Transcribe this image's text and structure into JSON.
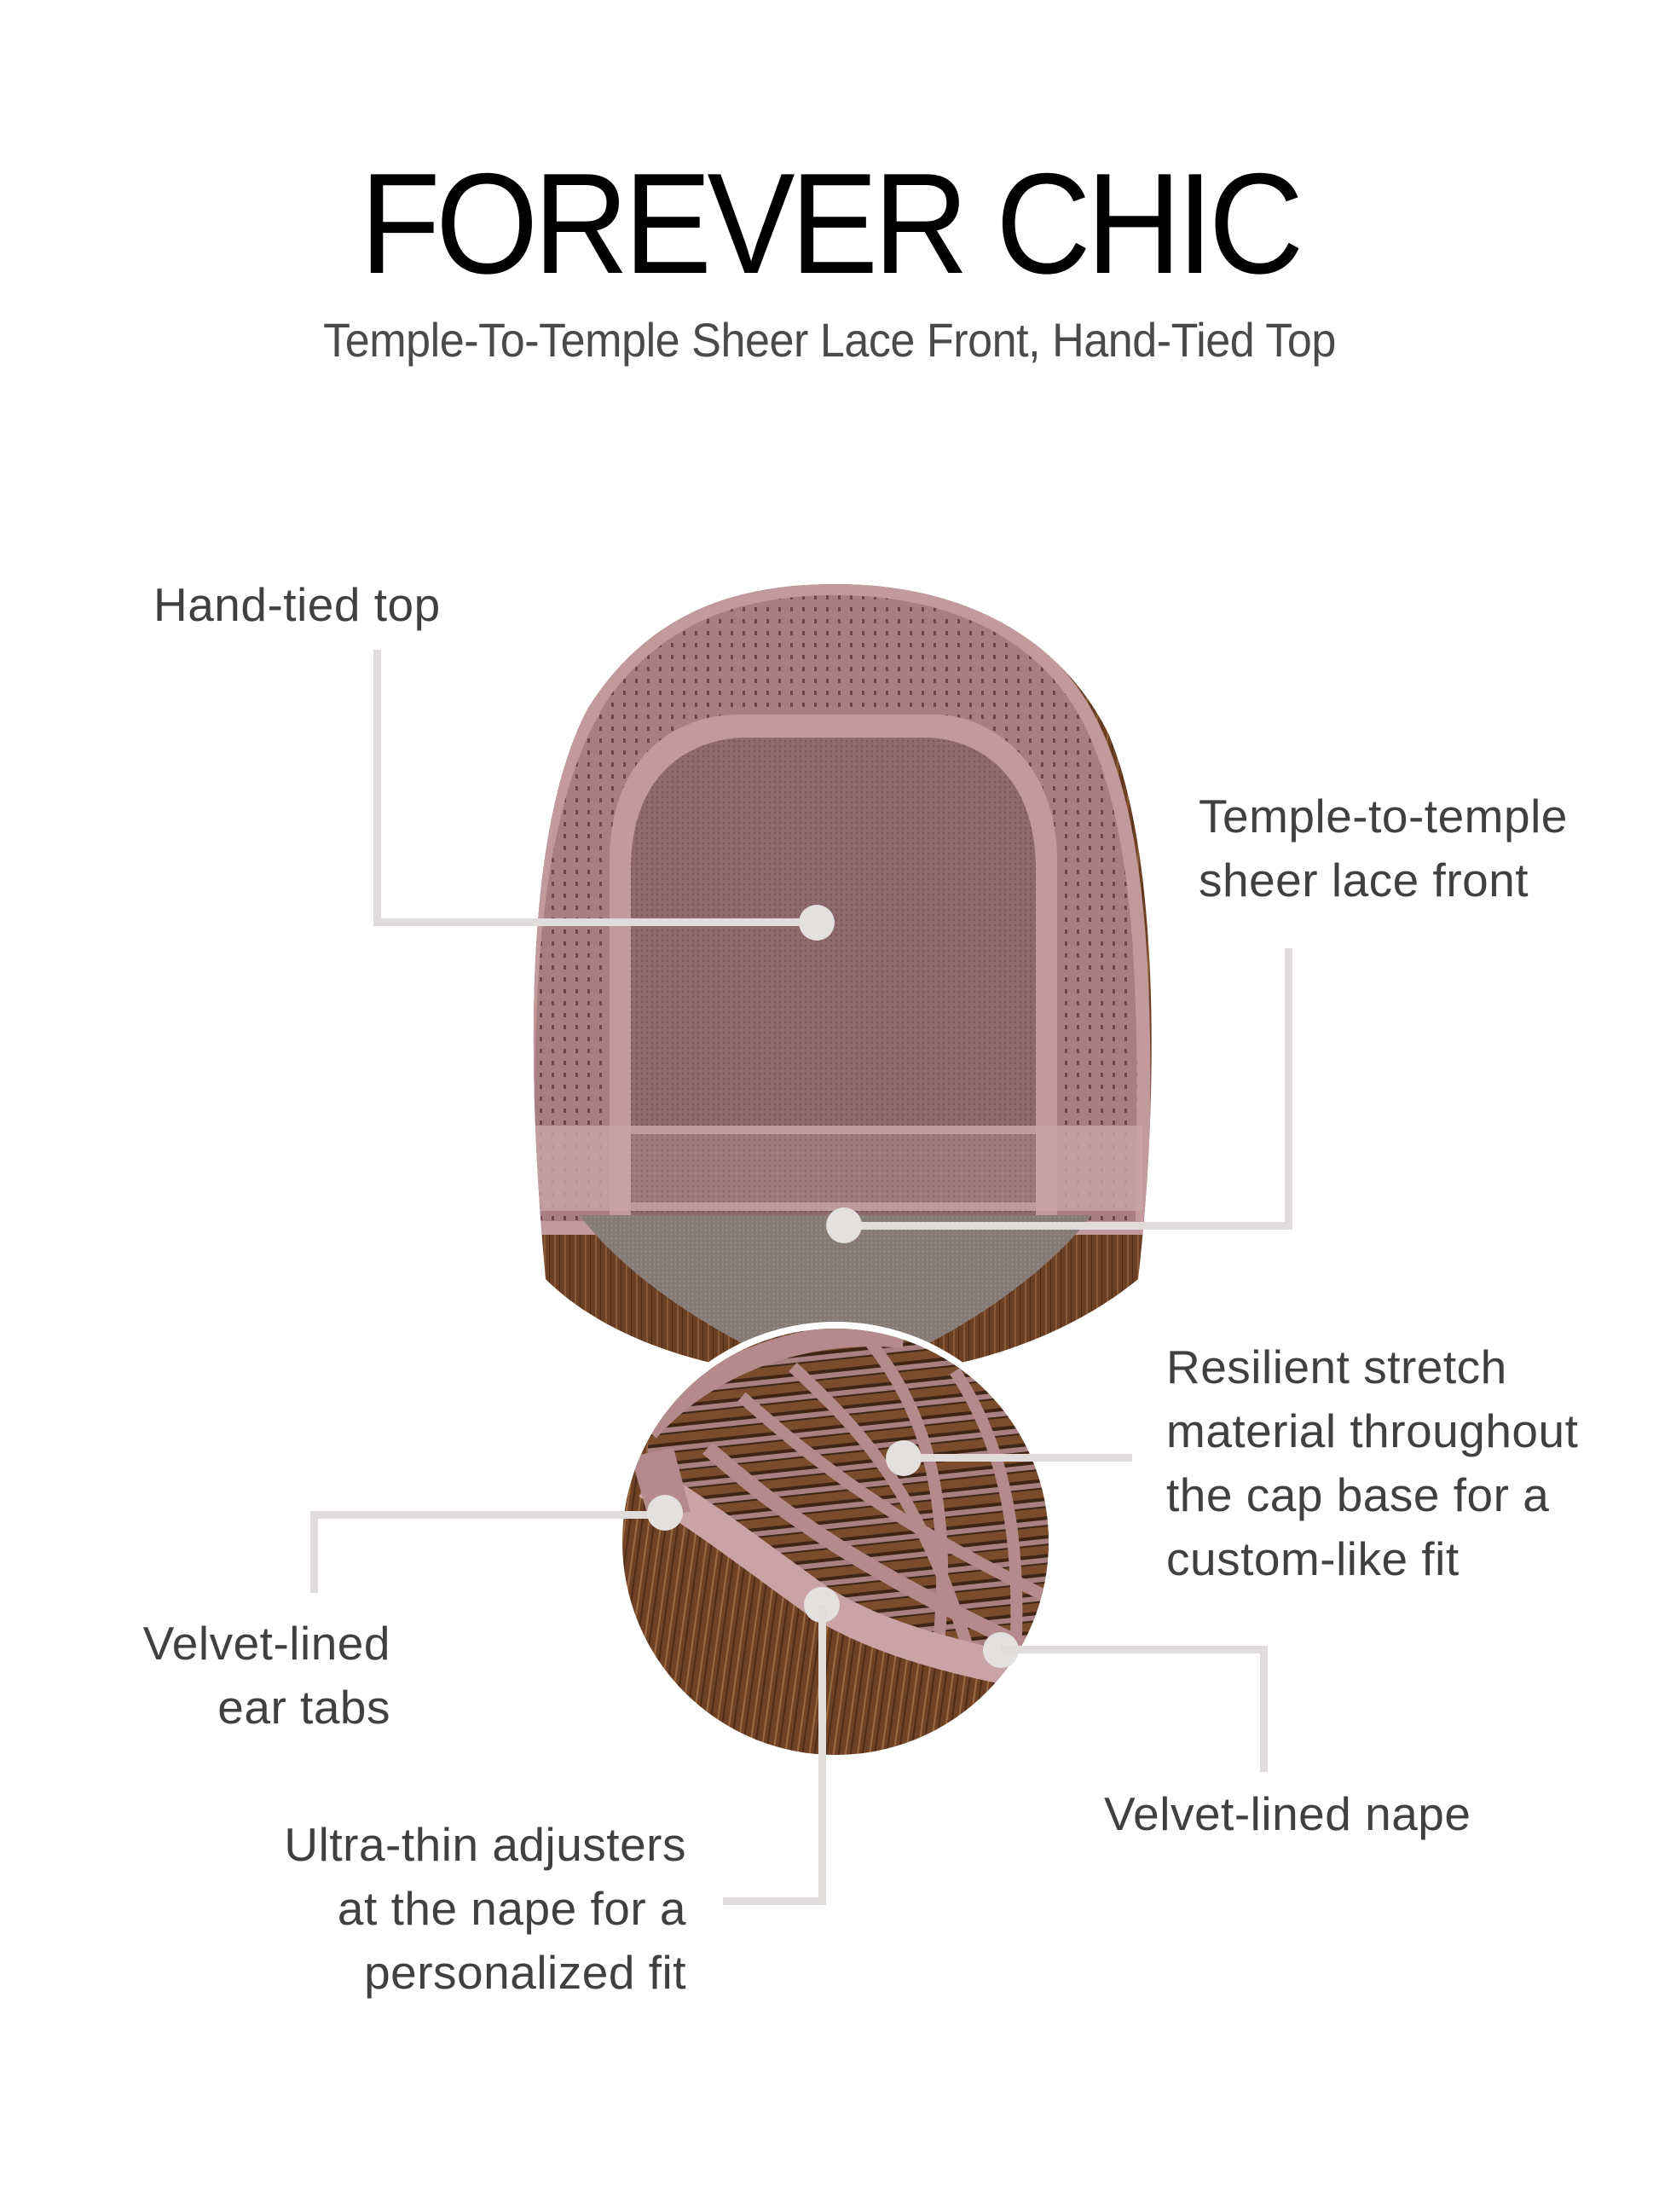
{
  "header": {
    "title": "FOREVER CHIC",
    "subtitle": "Temple-To-Temple Sheer Lace Front, Hand-Tied Top"
  },
  "callouts": {
    "hand_tied_top": {
      "lines": [
        "Hand-tied top"
      ]
    },
    "temple_lace": {
      "lines": [
        "Temple-to-temple",
        "sheer lace front"
      ]
    },
    "stretch_material": {
      "lines": [
        "Resilient stretch",
        "material throughout",
        "the cap base for a",
        "custom-like fit"
      ]
    },
    "ear_tabs": {
      "lines": [
        "Velvet-lined",
        "ear tabs"
      ]
    },
    "adjusters": {
      "lines": [
        "Ultra-thin adjusters",
        "at the nape for a",
        "personalized fit"
      ]
    },
    "nape": {
      "lines": [
        "Velvet-lined nape"
      ]
    }
  },
  "images": {
    "cap_top_view": "wig cap interior - top view",
    "cap_nape_inset": "wig cap interior - nape close-up"
  },
  "colors": {
    "title": "#000000",
    "subtitle": "#4a4a4a",
    "label": "#404040",
    "leader_line": "#e0dcdc",
    "cap_pink": "#b48a8c",
    "hair_brown": "#6a3f24"
  }
}
